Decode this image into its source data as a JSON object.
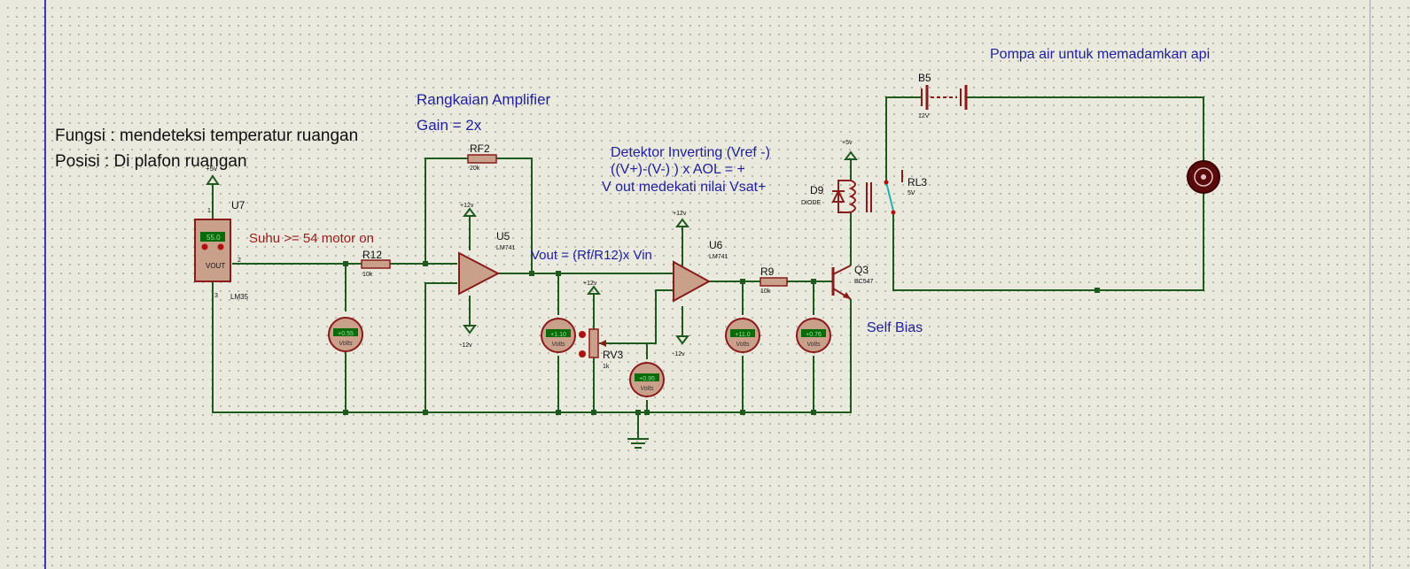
{
  "notes": {
    "function_line": "Fungsi : mendeteksi temperatur ruangan",
    "position_line": "Posisi  : Di plafon ruangan",
    "amp_title": "Rangkaian Amplifier",
    "amp_gain": "Gain = 2x",
    "temp_threshold": "Suhu >= 54 motor on",
    "vout_formula": "Vout = (Rf/R12)x Vin",
    "detector_line1": "Detektor Inverting (Vref -)",
    "detector_line2": "((V+)-(V-) ) x AOL = +",
    "detector_line3": "V out medekati nilai Vsat+",
    "self_bias": "Self Bias",
    "pump_title": "Pompa air untuk memadamkan api"
  },
  "components": {
    "u7": {
      "ref": "U7",
      "part": "LM35",
      "pin_label": "VOUT",
      "display": "55.0",
      "pin1": "1",
      "pin2": "2",
      "pin3": "3"
    },
    "r12": {
      "ref": "R12",
      "value": "10k"
    },
    "rf2": {
      "ref": "RF2",
      "value": "20k"
    },
    "u5": {
      "ref": "U5",
      "part": "LM741",
      "vpos": "+12v",
      "vneg": "-12v"
    },
    "u6": {
      "ref": "U6",
      "part": "LM741",
      "vpos": "+12v",
      "vneg": "-12v"
    },
    "rv3": {
      "ref": "RV3",
      "value": "1k",
      "supply": "+12v"
    },
    "r9": {
      "ref": "R9",
      "value": "10k"
    },
    "q3": {
      "ref": "Q3",
      "part": "BC547"
    },
    "d9": {
      "ref": "D9",
      "part": "DIODE",
      "supply": "+5v"
    },
    "rl3": {
      "ref": "RL3",
      "value": "5V"
    },
    "b5": {
      "ref": "B5",
      "value": "12V"
    },
    "u7_supply": "+5v"
  },
  "voltmeters": [
    {
      "reading": "+0.55",
      "unit": "Volts"
    },
    {
      "reading": "+1.10",
      "unit": "Volts"
    },
    {
      "reading": "+0.95",
      "unit": "Volts"
    },
    {
      "reading": "+11.0",
      "unit": "Volts"
    },
    {
      "reading": "+0.76",
      "unit": "Volts"
    }
  ],
  "colors": {
    "wire": "#1e5a1e",
    "component": "#8b1a1a",
    "annotation": "#1f1f9f",
    "annotation_red": "#9b1a1a",
    "meter_display": "#0a6b0a",
    "border_line": "#3a3aa0"
  }
}
